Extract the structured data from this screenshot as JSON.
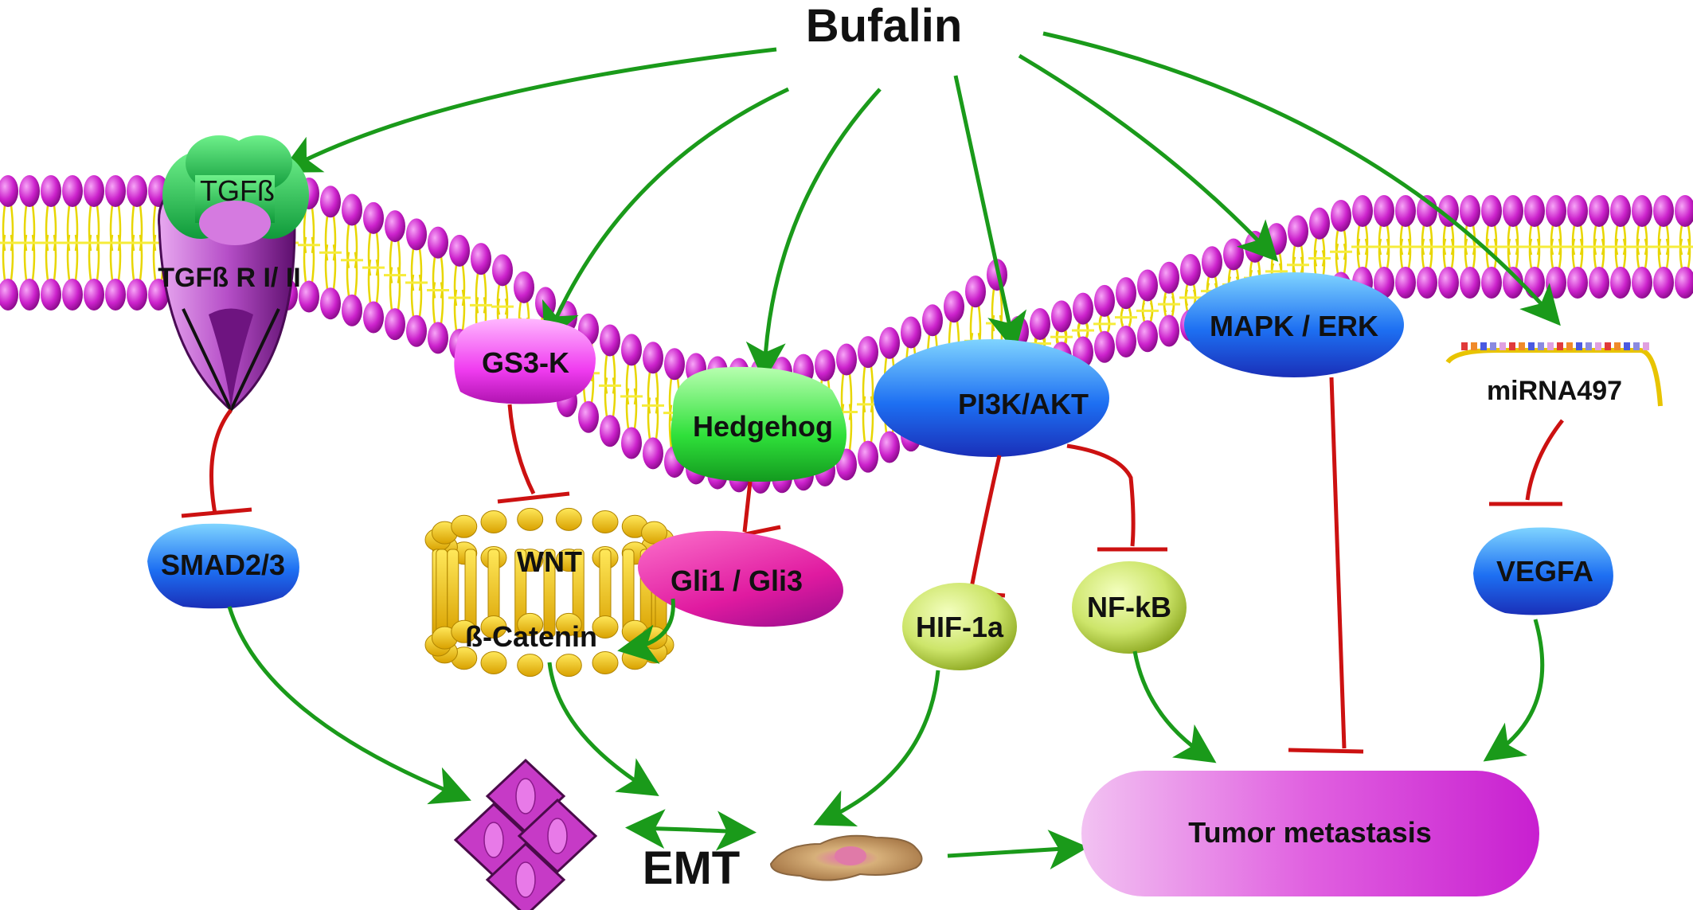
{
  "diagram": {
    "title": "Bufalin",
    "nodes": {
      "tgfb": "TGFß",
      "tgfb_receptor": "TGFß R I/ II",
      "gs3k": "GS3-K",
      "hedgehog": "Hedgehog",
      "pi3k_akt": "PI3K/AKT",
      "mapk_erk": "MAPK / ERK",
      "mirna497": "miRNA497",
      "smad": "SMAD2/3",
      "wnt": "WNT",
      "beta_catenin": "ß-Catenin",
      "gli": "Gli1 / Gli3",
      "hif1a": "HIF-1a",
      "nfkb": "NF-kB",
      "vegfa": "VEGFA",
      "emt": "EMT",
      "tumor_metastasis": "Tumor metastasis"
    },
    "edges": [
      {
        "from": "Bufalin",
        "to": "TGFß",
        "type": "activation"
      },
      {
        "from": "Bufalin",
        "to": "GS3-K",
        "type": "activation"
      },
      {
        "from": "Bufalin",
        "to": "Hedgehog",
        "type": "activation"
      },
      {
        "from": "Bufalin",
        "to": "PI3K/AKT",
        "type": "activation"
      },
      {
        "from": "Bufalin",
        "to": "MAPK / ERK",
        "type": "activation"
      },
      {
        "from": "Bufalin",
        "to": "miRNA497",
        "type": "activation"
      },
      {
        "from": "TGFß R I/ II",
        "to": "SMAD2/3",
        "type": "inhibition"
      },
      {
        "from": "GS3-K",
        "to": "WNT",
        "type": "inhibition"
      },
      {
        "from": "Hedgehog",
        "to": "Gli1 / Gli3",
        "type": "inhibition"
      },
      {
        "from": "PI3K/AKT",
        "to": "HIF-1a",
        "type": "inhibition"
      },
      {
        "from": "PI3K/AKT",
        "to": "NF-kB",
        "type": "inhibition"
      },
      {
        "from": "MAPK / ERK",
        "to": "Tumor metastasis",
        "type": "inhibition"
      },
      {
        "from": "miRNA497",
        "to": "VEGFA",
        "type": "inhibition"
      },
      {
        "from": "Gli1 / Gli3",
        "to": "ß-Catenin",
        "type": "activation"
      },
      {
        "from": "SMAD2/3",
        "to": "EMT",
        "type": "activation"
      },
      {
        "from": "ß-Catenin",
        "to": "EMT",
        "type": "activation"
      },
      {
        "from": "HIF-1a",
        "to": "EMT",
        "type": "activation"
      },
      {
        "from": "NF-kB",
        "to": "Tumor metastasis",
        "type": "activation"
      },
      {
        "from": "VEGFA",
        "to": "Tumor metastasis",
        "type": "activation"
      },
      {
        "from": "EMT",
        "to": "Tumor metastasis",
        "type": "activation"
      }
    ],
    "colors": {
      "activation": "#1a9a1a",
      "inhibition": "#cc1111",
      "membrane_head": "#cc22cc",
      "membrane_tail": "#f2e600"
    }
  }
}
